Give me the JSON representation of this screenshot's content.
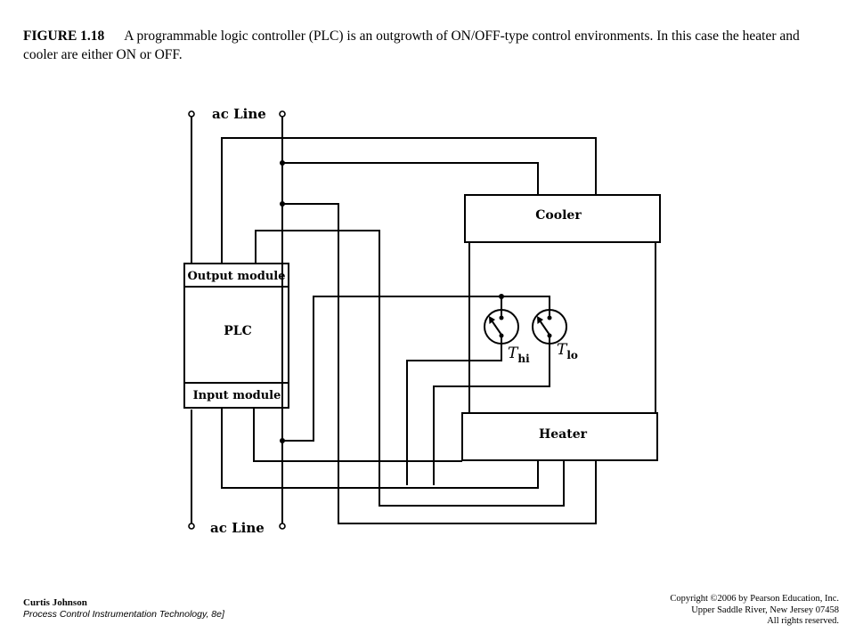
{
  "caption": {
    "figure_label": "FIGURE 1.18",
    "text": "A programmable logic controller (PLC) is an outgrowth of ON/OFF-type control environments. In this case the heater and cooler are either ON or OFF."
  },
  "diagram": {
    "ac_line_top": "ac Line",
    "ac_line_bottom": "ac Line",
    "output_module": "Output module",
    "plc": "PLC",
    "input_module": "Input module",
    "cooler": "Cooler",
    "heater": "Heater",
    "t_hi_symbol": "T",
    "t_hi_sub": "hi",
    "t_lo_symbol": "T",
    "t_lo_sub": "lo"
  },
  "footer": {
    "author": "Curtis Johnson",
    "book": "Process Control Instrumentation Technology, 8e]",
    "copyright_line1": "Copyright ©2006 by Pearson Education, Inc.",
    "copyright_line2": "Upper Saddle River, New Jersey 07458",
    "copyright_line3": "All rights reserved."
  }
}
